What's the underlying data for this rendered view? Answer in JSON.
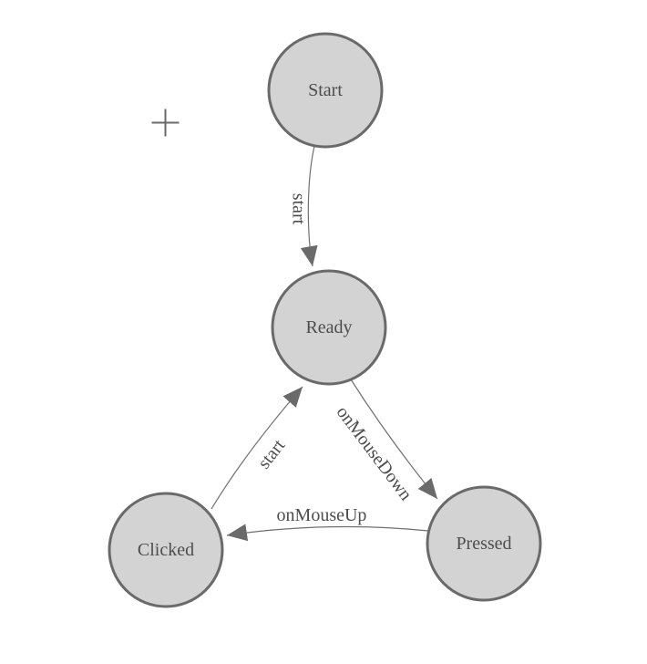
{
  "diagram": {
    "colors": {
      "background": "#ffffff",
      "node_fill": "#d3d3d3",
      "node_stroke": "#6a6a6a",
      "edge_stroke": "#707070",
      "arrowhead_fill": "#6a6a6a",
      "label_text": "#4d4d4d"
    },
    "origin_marker_icon": "crosshair-plus",
    "nodes": [
      {
        "id": "start",
        "label": "Start"
      },
      {
        "id": "ready",
        "label": "Ready"
      },
      {
        "id": "clicked",
        "label": "Clicked"
      },
      {
        "id": "pressed",
        "label": "Pressed"
      }
    ],
    "edges": [
      {
        "from": "start",
        "to": "ready",
        "label": "start"
      },
      {
        "from": "clicked",
        "to": "ready",
        "label": "start"
      },
      {
        "from": "ready",
        "to": "pressed",
        "label": "onMouseDown"
      },
      {
        "from": "pressed",
        "to": "clicked",
        "label": "onMouseUp"
      }
    ]
  }
}
